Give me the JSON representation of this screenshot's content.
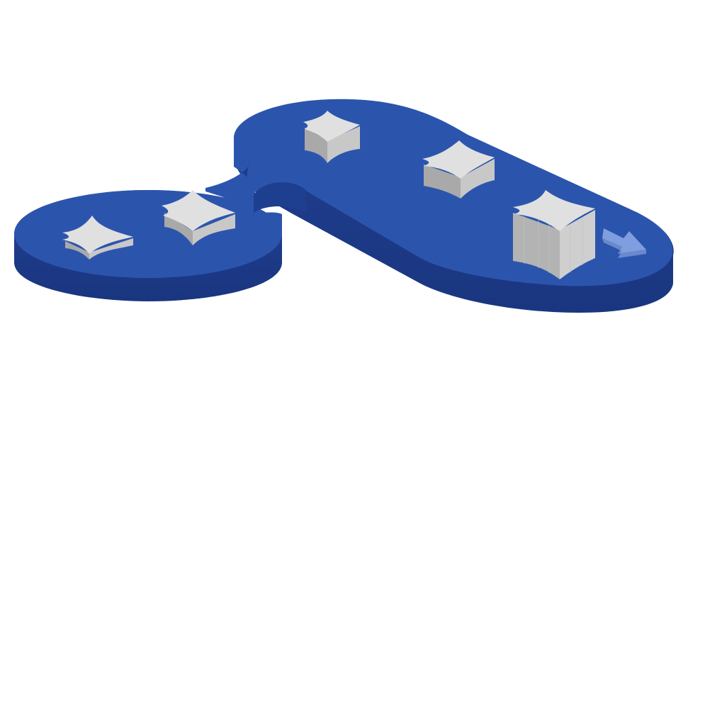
{
  "scene": {
    "background_color": "#ffffff",
    "platform": {
      "top_color": "#2b55ad",
      "side_color": "#1e3f8f",
      "side_dark_color": "#17337a"
    },
    "pieces": [
      {
        "name": "star-piece-far-left",
        "icon": "star-piece-icon",
        "height_level": 1
      },
      {
        "name": "star-piece-left",
        "icon": "star-piece-icon",
        "height_level": 1
      },
      {
        "name": "star-piece-top",
        "icon": "star-piece-icon",
        "height_level": 2
      },
      {
        "name": "star-piece-right",
        "icon": "star-piece-icon",
        "height_level": 2
      },
      {
        "name": "star-piece-front-tall",
        "icon": "star-piece-icon",
        "height_level": 4
      }
    ],
    "piece_colors": {
      "top": "#e0e0e0",
      "side_light": "#c9c9c9",
      "side_dark": "#aaaaaa"
    },
    "direction_marker": {
      "icon": "arrow-icon",
      "color": "#7f9ee0"
    }
  }
}
